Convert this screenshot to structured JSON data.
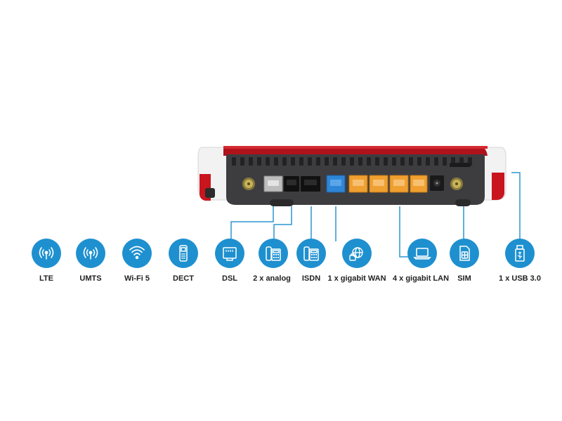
{
  "features": [
    {
      "id": "lte",
      "label": "LTE",
      "icon": "antenna-signal-icon"
    },
    {
      "id": "umts",
      "label": "UMTS",
      "icon": "antenna-signal-icon"
    },
    {
      "id": "wifi",
      "label": "Wi-Fi 5",
      "icon": "wifi-icon"
    },
    {
      "id": "dect",
      "label": "DECT",
      "icon": "cordless-phone-icon"
    },
    {
      "id": "dsl",
      "label": "DSL",
      "icon": "rj-port-icon"
    },
    {
      "id": "analog",
      "label": "2 x analog",
      "icon": "desk-phone-icon"
    },
    {
      "id": "isdn",
      "label": "ISDN",
      "icon": "desk-phone-icon"
    },
    {
      "id": "wan",
      "label": "1 x gigabit WAN",
      "icon": "globe-icon"
    },
    {
      "id": "lan",
      "label": "4 x gigabit LAN",
      "icon": "laptop-icon"
    },
    {
      "id": "sim",
      "label": "SIM",
      "icon": "sim-card-icon"
    },
    {
      "id": "usb",
      "label": "1 x USB 3.0",
      "icon": "usb-stick-icon"
    }
  ],
  "colors": {
    "icon_blue": "#1e90cf",
    "router_red": "#b0121b",
    "router_dark": "#3a3a3d",
    "port_orange": "#f0a030",
    "port_blue": "#2f86d8",
    "label_text": "#222222"
  }
}
